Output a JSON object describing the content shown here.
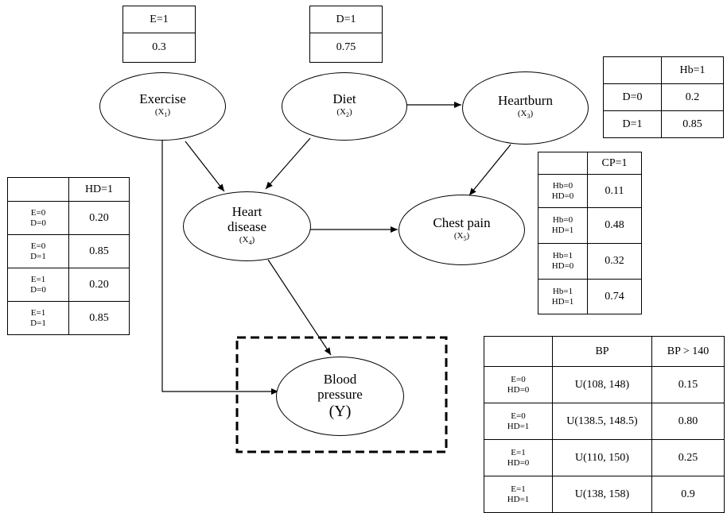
{
  "nodes": {
    "exercise": {
      "label": "Exercise",
      "symbol": "X",
      "index": "1"
    },
    "diet": {
      "label": "Diet",
      "symbol": "X",
      "index": "2"
    },
    "heartburn": {
      "label": "Heartburn",
      "symbol": "X",
      "index": "3"
    },
    "heart_disease": {
      "label_line1": "Heart",
      "label_line2": "disease",
      "symbol": "X",
      "index": "4"
    },
    "chest_pain": {
      "label": "Chest pain",
      "symbol": "X",
      "index": "5"
    },
    "blood_pressure": {
      "label_line1": "Blood",
      "label_line2": "pressure",
      "symbol": "(Y)"
    }
  },
  "tables": {
    "exercise": {
      "header": "E=1",
      "value": "0.3"
    },
    "diet": {
      "header": "D=1",
      "value": "0.75"
    },
    "heartburn": {
      "header": "Hb=1",
      "rows": [
        {
          "cond": "D=0",
          "value": "0.2"
        },
        {
          "cond": "D=1",
          "value": "0.85"
        }
      ]
    },
    "heart_disease": {
      "header": "HD=1",
      "rows": [
        {
          "cond1": "E=0",
          "cond2": "D=0",
          "value": "0.20"
        },
        {
          "cond1": "E=0",
          "cond2": "D=1",
          "value": "0.85"
        },
        {
          "cond1": "E=1",
          "cond2": "D=0",
          "value": "0.20"
        },
        {
          "cond1": "E=1",
          "cond2": "D=1",
          "value": "0.85"
        }
      ]
    },
    "chest_pain": {
      "header": "CP=1",
      "rows": [
        {
          "cond1": "Hb=0",
          "cond2": "HD=0",
          "value": "0.11"
        },
        {
          "cond1": "Hb=0",
          "cond2": "HD=1",
          "value": "0.48"
        },
        {
          "cond1": "Hb=1",
          "cond2": "HD=0",
          "value": "0.32"
        },
        {
          "cond1": "Hb=1",
          "cond2": "HD=1",
          "value": "0.74"
        }
      ]
    },
    "blood_pressure": {
      "header_bp": "BP",
      "header_gt": "BP > 140",
      "rows": [
        {
          "cond1": "E=0",
          "cond2": "HD=0",
          "bp": "U(108, 148)",
          "gt": "0.15"
        },
        {
          "cond1": "E=0",
          "cond2": "HD=1",
          "bp": "U(138.5, 148.5)",
          "gt": "0.80"
        },
        {
          "cond1": "E=1",
          "cond2": "HD=0",
          "bp": "U(110, 150)",
          "gt": "0.25"
        },
        {
          "cond1": "E=1",
          "cond2": "HD=1",
          "bp": "U(138, 158)",
          "gt": "0.9"
        }
      ]
    }
  },
  "colors": {
    "stroke": "#000000",
    "background": "#ffffff"
  }
}
